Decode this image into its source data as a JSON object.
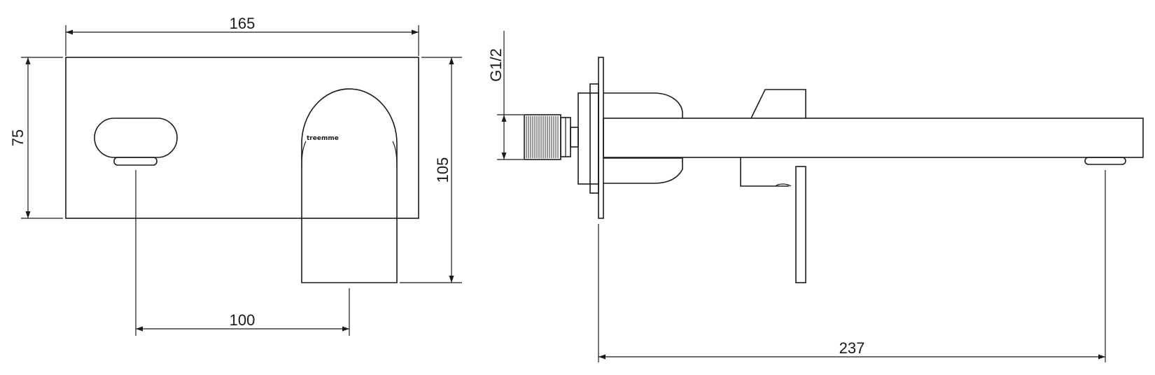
{
  "dimensions": {
    "front_width": "165",
    "front_height": "75",
    "total_height": "105",
    "center_distance": "100",
    "projection": "237",
    "thread": "G1/2"
  },
  "brand_mark": "treemme",
  "colors": {
    "line": "#1a1a1a",
    "background": "#ffffff"
  }
}
